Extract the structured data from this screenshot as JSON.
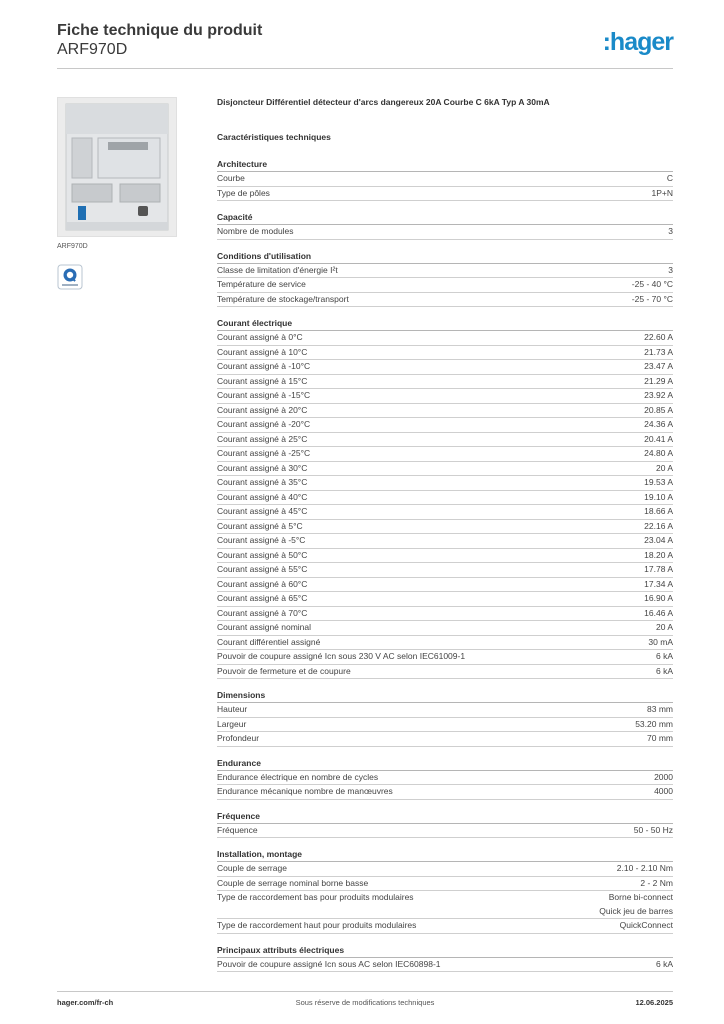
{
  "header": {
    "title": "Fiche technique du produit",
    "reference": "ARF970D",
    "logo": ":hager"
  },
  "sidebar": {
    "image_caption": "ARF970D",
    "badge_icon": "quality-badge-icon"
  },
  "main": {
    "title": "Disjoncteur Différentiel détecteur d'arcs dangereux 20A Courbe C 6kA Typ A 30mA",
    "subtitle": "Caractéristiques techniques",
    "sections": [
      {
        "title": "Architecture",
        "rows": [
          {
            "label": "Courbe",
            "value": "C"
          },
          {
            "label": "Type de pôles",
            "value": "1P+N"
          }
        ]
      },
      {
        "title": "Capacité",
        "rows": [
          {
            "label": "Nombre de modules",
            "value": "3"
          }
        ]
      },
      {
        "title": "Conditions d'utilisation",
        "rows": [
          {
            "label": "Classe de limitation d'énergie I²t",
            "value": "3"
          },
          {
            "label": "Température de service",
            "value": "-25 - 40 °C"
          },
          {
            "label": "Température de stockage/transport",
            "value": "-25 - 70 °C"
          }
        ]
      },
      {
        "title": "Courant électrique",
        "rows": [
          {
            "label": "Courant assigné à 0°C",
            "value": "22.60 A"
          },
          {
            "label": "Courant assigné à 10°C",
            "value": "21.73 A"
          },
          {
            "label": "Courant assigné à -10°C",
            "value": "23.47 A"
          },
          {
            "label": "Courant assigné à 15°C",
            "value": "21.29 A"
          },
          {
            "label": "Courant assigné à -15°C",
            "value": "23.92 A"
          },
          {
            "label": "Courant assigné à 20°C",
            "value": "20.85 A"
          },
          {
            "label": "Courant assigné à -20°C",
            "value": "24.36 A"
          },
          {
            "label": "Courant assigné à 25°C",
            "value": "20.41 A"
          },
          {
            "label": "Courant assigné à -25°C",
            "value": "24.80 A"
          },
          {
            "label": "Courant assigné à 30°C",
            "value": "20 A"
          },
          {
            "label": "Courant assigné à 35°C",
            "value": "19.53 A"
          },
          {
            "label": "Courant assigné à 40°C",
            "value": "19.10 A"
          },
          {
            "label": "Courant assigné à 45°C",
            "value": "18.66 A"
          },
          {
            "label": "Courant assigné à 5°C",
            "value": "22.16 A"
          },
          {
            "label": "Courant assigné à -5°C",
            "value": "23.04 A"
          },
          {
            "label": "Courant assigné à 50°C",
            "value": "18.20 A"
          },
          {
            "label": "Courant assigné à 55°C",
            "value": "17.78 A"
          },
          {
            "label": "Courant assigné à 60°C",
            "value": "17.34 A"
          },
          {
            "label": "Courant assigné à 65°C",
            "value": "16.90 A"
          },
          {
            "label": "Courant assigné à 70°C",
            "value": "16.46 A"
          },
          {
            "label": "Courant assigné nominal",
            "value": "20 A"
          },
          {
            "label": "Courant différentiel assigné",
            "value": "30 mA"
          },
          {
            "label": "Pouvoir de coupure assigné Icn sous 230 V AC selon IEC61009-1",
            "value": "6 kA"
          },
          {
            "label": "Pouvoir de fermeture et de coupure",
            "value": "6 kA"
          }
        ]
      },
      {
        "title": "Dimensions",
        "rows": [
          {
            "label": "Hauteur",
            "value": "83 mm"
          },
          {
            "label": "Largeur",
            "value": "53.20 mm"
          },
          {
            "label": "Profondeur",
            "value": "70 mm"
          }
        ]
      },
      {
        "title": "Endurance",
        "rows": [
          {
            "label": "Endurance électrique en nombre de cycles",
            "value": "2000"
          },
          {
            "label": "Endurance mécanique nombre de manœuvres",
            "value": "4000"
          }
        ]
      },
      {
        "title": "Fréquence",
        "rows": [
          {
            "label": "Fréquence",
            "value": "50 - 50 Hz"
          }
        ]
      },
      {
        "title": "Installation, montage",
        "rows": [
          {
            "label": "Couple de serrage",
            "value": "2.10 - 2.10 Nm"
          },
          {
            "label": "Couple de serrage nominal borne basse",
            "value": "2 - 2 Nm"
          },
          {
            "label": "Type de raccordement bas pour produits modulaires",
            "value": "Borne bi-connect\nQuick jeu de barres"
          },
          {
            "label": "Type de raccordement haut pour produits modulaires",
            "value": "QuickConnect"
          }
        ]
      },
      {
        "title": "Principaux attributs électriques",
        "rows": [
          {
            "label": "Pouvoir de coupure assigné Icn sous AC selon IEC60898-1",
            "value": "6 kA"
          }
        ]
      }
    ]
  },
  "footer": {
    "left": "hager.com/fr-ch",
    "center": "Sous réserve de modifications techniques",
    "right": "12.06.2025"
  },
  "colors": {
    "brand": "#1a8ac8",
    "rule": "#cfcfcf"
  }
}
